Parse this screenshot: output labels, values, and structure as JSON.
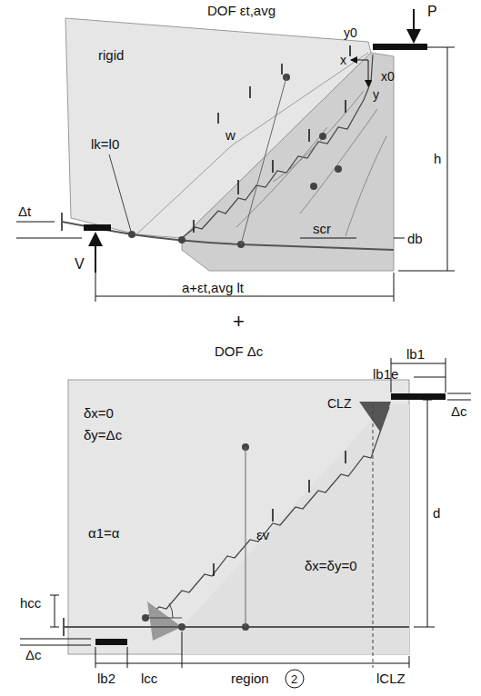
{
  "diagram": {
    "labels": [
      "DOF εt,avg",
      "rigid",
      "y0",
      "P",
      "x",
      "x0",
      "y",
      "w",
      "h",
      "lk=l0",
      "Δt",
      "V",
      "scr",
      "db",
      "a+εt,avg lt",
      "+",
      "DOF Δc",
      "lb1",
      "lb1e",
      "Δc",
      "CLZ",
      "δx=0",
      "δy=Δc",
      "εv",
      "d",
      "α1=α",
      "hcc",
      "δx=δy=0",
      "Δc",
      "lb2",
      "lcc",
      "region",
      "2",
      "lCLZ"
    ]
  }
}
